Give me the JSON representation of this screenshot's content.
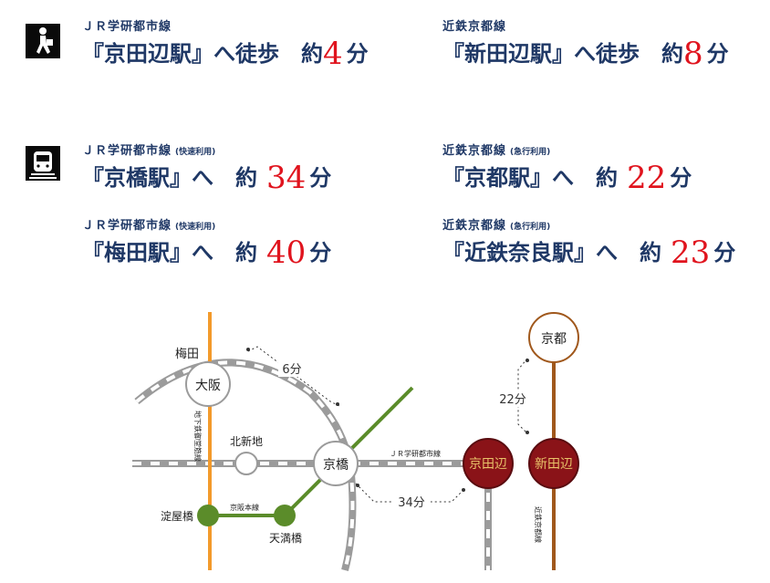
{
  "walk": {
    "icon": "walking-person-icon",
    "left": {
      "line": "ＪＲ学研都市線",
      "station": "『京田辺駅』へ徒歩　約",
      "minutes": "4",
      "unit": "分"
    },
    "right": {
      "line": "近鉄京都線",
      "station": "『新田辺駅』へ徒歩　約",
      "minutes": "8",
      "unit": "分"
    }
  },
  "train": {
    "icon": "train-icon",
    "items": [
      {
        "line": "ＪＲ学研都市線",
        "note": "(快速利用)",
        "station": "『京橋駅』へ　約",
        "minutes": "34",
        "unit": "分"
      },
      {
        "line": "近鉄京都線",
        "note": "(急行利用)",
        "station": "『京都駅』へ　約",
        "minutes": "22",
        "unit": "分"
      },
      {
        "line": "ＪＲ学研都市線",
        "note": "(快速利用)",
        "station": "『梅田駅』へ　約",
        "minutes": "40",
        "unit": "分"
      },
      {
        "line": "近鉄京都線",
        "note": "(急行利用)",
        "station": "『近鉄奈良駅』へ　約",
        "minutes": "23",
        "unit": "分"
      }
    ]
  },
  "map": {
    "stations": {
      "osaka": "大阪",
      "kyobashi": "京橋",
      "kyotanabe": "京田辺",
      "shintanabe": "新田辺",
      "kyoto": "京都",
      "kitashinchi": "北新地",
      "umeda": "梅田",
      "yodoyabashi": "淀屋橋",
      "tenmabashi": "天満橋"
    },
    "lines": {
      "subway": "地下鉄御堂筋線",
      "keihan": "京阪本線",
      "jr": "ＪＲ学研都市線",
      "kintetsu": "近鉄京都線"
    },
    "times": {
      "osaka_kyobashi": "6分",
      "kyobashi_kyotanabe": "34分",
      "kyoto_shintanabe": "22分"
    },
    "colors": {
      "text": "#1f3866",
      "accent_red": "#e0141e",
      "midosuji": "#f39a2b",
      "keihan": "#5b8c2a",
      "kintetsu": "#a0581c",
      "station_red": "#8a1318",
      "station_gold": "#e9c46a",
      "rail_gray": "#9b9b9b"
    }
  }
}
